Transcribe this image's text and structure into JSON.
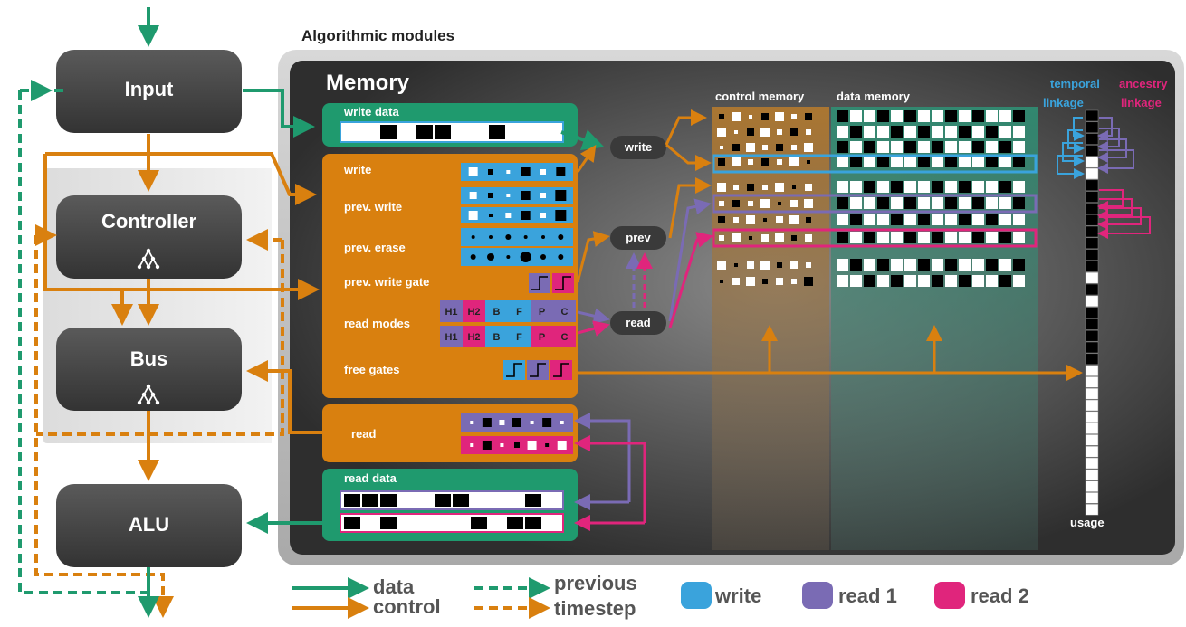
{
  "title": "Algorithmic modules",
  "modules": {
    "input": "Input",
    "controller": "Controller",
    "bus": "Bus",
    "alu": "ALU"
  },
  "memory": {
    "title": "Memory",
    "write_data": "write data",
    "heads": {
      "write": "write",
      "prev_write": "prev. write",
      "prev_erase": "prev. erase",
      "prev_write_gate": "prev. write gate",
      "read_modes": "read modes",
      "free_gates": "free gates"
    },
    "read": "read",
    "read_data": "read data",
    "ops": {
      "write": "write",
      "prev": "prev",
      "read": "read"
    },
    "read_mode_labels": [
      "H1",
      "H2",
      "B",
      "F",
      "P",
      "C"
    ],
    "control_memory": "control memory",
    "data_memory": "data memory",
    "temporal_linkage": [
      "temporal",
      "linkage"
    ],
    "ancestry_linkage": [
      "ancestry",
      "linkage"
    ],
    "usage": "usage"
  },
  "legend": {
    "data": "data",
    "control": "control",
    "previous": "previous",
    "timestep": "timestep",
    "write": "write",
    "read1": "read 1",
    "read2": "read 2"
  },
  "colors": {
    "data": "#1f9a6e",
    "control": "#d9800f",
    "write": "#3aa3dc",
    "read1": "#7a6bb4",
    "read2": "#e0257c"
  }
}
